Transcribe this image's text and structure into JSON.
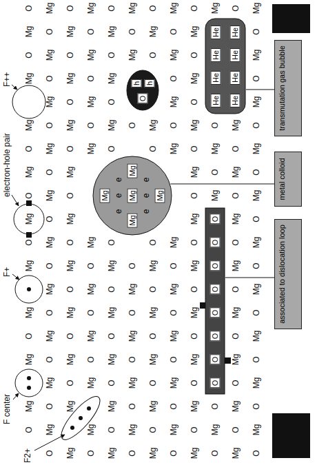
{
  "diagram": {
    "nodes": [
      {
        "text": [
          "Mg",
          "Mg",
          "Mg",
          "Mg",
          "Mg",
          "e",
          "e",
          "e",
          "e",
          "e",
          "e"
        ]
      },
      {
        "text": [
          "O",
          "h",
          "h"
        ]
      },
      {
        "text": [
          "He",
          "He",
          "He",
          "He",
          "He",
          "He",
          "He",
          "He"
        ]
      },
      {
        "text": [
          "O",
          "O",
          "O",
          "O",
          "O",
          "O",
          "O",
          "O"
        ]
      },
      {
        "text": [
          "metal colloid"
        ]
      },
      {
        "text": [
          "associated to dislocation loop"
        ]
      },
      {
        "text": [
          "transmutation gas bubble"
        ]
      }
    ],
    "edges": [
      {
        "from": 4,
        "to": 0,
        "arrow": "none"
      },
      {
        "from": 5,
        "to": 3,
        "arrow": "none"
      },
      {
        "from": 6,
        "to": 2,
        "arrow": "none"
      }
    ],
    "labels": [
      "F center",
      "F+",
      "electron-hole pair",
      "F++",
      "F2+",
      "O",
      "Mg",
      "Mg",
      "O",
      "Mg",
      "Mg",
      "O",
      "Mg",
      "O",
      "Mg",
      "O",
      "Mg",
      "Mg",
      "O",
      "Mg",
      "O",
      "O",
      "Mg",
      "O",
      "Mg",
      "O",
      "Mg",
      "O",
      "Mg",
      "O",
      "Mg",
      "O",
      "Mg",
      "O",
      "Mg",
      "O",
      "Mg",
      "O",
      "Mg",
      "O",
      "Mg",
      "Mg",
      "Mg",
      "O",
      "Mg",
      "O",
      "Mg",
      "O",
      "Mg",
      "O",
      "Mg",
      "O",
      "Mg",
      "O",
      "Mg",
      "O",
      "Mg",
      "O",
      "Mg",
      "O",
      "O",
      "Mg",
      "Mg",
      "O",
      "Mg",
      "O",
      "Mg",
      "O",
      "Mg",
      "Mg",
      "O",
      "Mg",
      "O",
      "Mg",
      "O",
      "Mg",
      "Mg",
      "O",
      "Mg",
      "O",
      "Mg",
      "O",
      "Mg",
      "O",
      "Mg",
      "O",
      "O",
      "Mg",
      "O",
      "Mg",
      "O",
      "Mg",
      "O",
      "O",
      "Mg",
      "O",
      "Mg",
      "O",
      "Mg",
      "O",
      "Mg",
      "O",
      "O",
      "Mg",
      "O",
      "Mg",
      "Mg",
      "O",
      "Mg",
      "O",
      "Mg",
      "O",
      "Mg",
      "O",
      "Mg",
      "O",
      "O",
      "Mg",
      "O",
      "Mg",
      "O",
      "O",
      "Mg",
      "O",
      "Mg",
      "O",
      "Mg",
      "O",
      "Mg",
      "O",
      "Mg",
      "Mg",
      "O",
      "Mg",
      "O",
      "Mg",
      "O",
      "Mg",
      "Mg",
      "O",
      "Mg",
      "O",
      "Mg",
      "O",
      "Mg",
      "O",
      "Mg",
      "O",
      "Mg",
      "O",
      "Mg",
      "O",
      "Mg",
      "O",
      "Mg",
      "O",
      "Mg",
      "O",
      "O",
      "Mg",
      "O",
      "Mg",
      "O",
      "Mg",
      "O",
      "Mg",
      "Mg",
      "O",
      "Mg",
      "O",
      "Mg",
      "O",
      "Mg",
      "O",
      "Mg",
      "O",
      "Mg",
      "O",
      "Mg",
      "O",
      "Mg",
      "O",
      "O",
      "Mg",
      "O",
      "Mg",
      "O",
      "Mg",
      "O",
      "Mg",
      "O",
      "Mg",
      "O",
      "Mg",
      "O",
      "Mg",
      "O",
      "Mg",
      "O",
      "Mg",
      "O",
      "Mg"
    ]
  }
}
